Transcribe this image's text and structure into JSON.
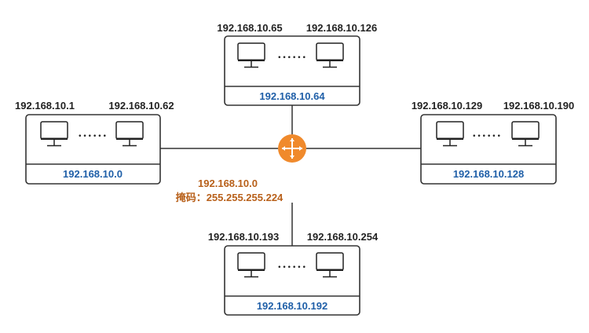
{
  "colors": {
    "line": "#333333",
    "network_label": "#1f5fa8",
    "router_label": "#b8601a",
    "router_fill": "#f08a2c",
    "router_arrows": "#ffffff",
    "host_label": "#222222"
  },
  "router": {
    "icon": "router-icon",
    "network": "192.168.10.0",
    "mask": "掩码：255.255.255.224"
  },
  "subnets": {
    "top": {
      "host_first": "192.168.10.65",
      "host_last": "192.168.10.126",
      "ellipsis": "••••••",
      "network": "192.168.10.64",
      "icon": "computer-icon"
    },
    "left": {
      "host_first": "192.168.10.1",
      "host_last": "192.168.10.62",
      "ellipsis": "••••••",
      "network": "192.168.10.0",
      "icon": "computer-icon"
    },
    "right": {
      "host_first": "192.168.10.129",
      "host_last": "192.168.10.190",
      "ellipsis": "••••••",
      "network": "192.168.10.128",
      "icon": "computer-icon"
    },
    "bottom": {
      "host_first": "192.168.10.193",
      "host_last": "192.168.10.254",
      "ellipsis": "••••••",
      "network": "192.168.10.192",
      "icon": "computer-icon"
    }
  }
}
